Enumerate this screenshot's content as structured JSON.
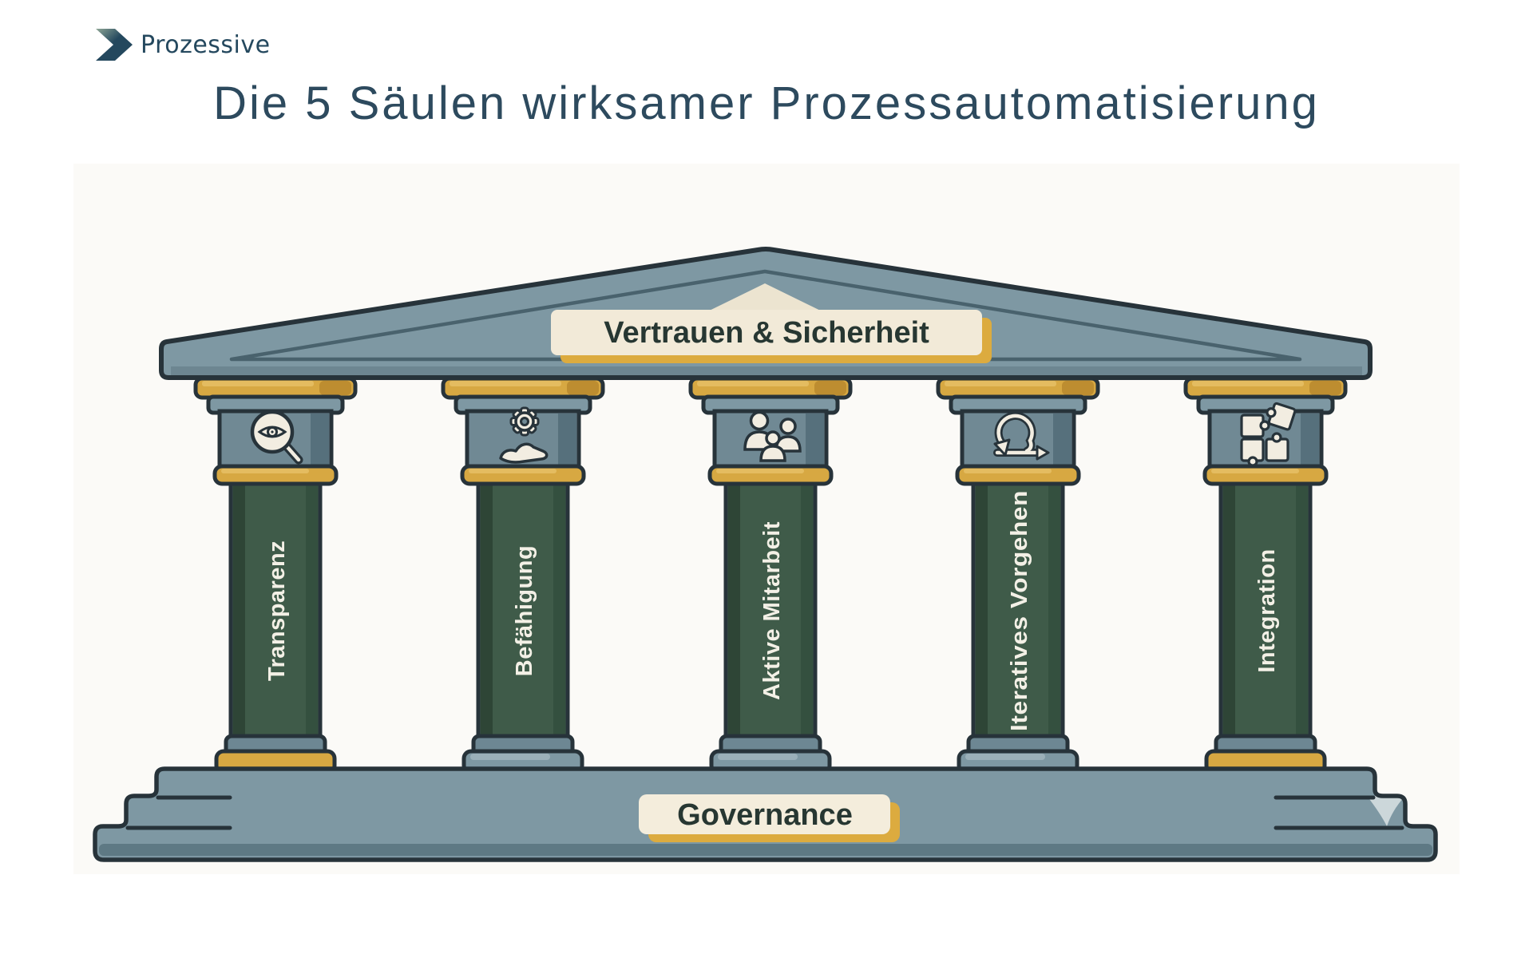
{
  "logo": {
    "brand": "Prozessive",
    "icon": "chevron-right-icon"
  },
  "title": "Die 5 Säulen wirksamer Prozessautomatisierung",
  "temple": {
    "pediment_label": "Vertrauen & Sicherheit",
    "base_label": "Governance",
    "pillars": [
      {
        "label": "Transparenz",
        "icon": "magnifier-eye-icon"
      },
      {
        "label": "Befähigung",
        "icon": "gear-hand-icon"
      },
      {
        "label": "Aktive Mitarbeit",
        "icon": "people-group-icon"
      },
      {
        "label": "Iteratives Vorgehen",
        "icon": "iteration-loop-icon"
      },
      {
        "label": "Integration",
        "icon": "puzzle-pieces-icon"
      }
    ]
  },
  "colors": {
    "title_text": "#2d4a5e",
    "logo_text": "#24485e",
    "stone_blue": "#7e98a3",
    "stone_blue_dark": "#5e7984",
    "capital_blue": "#708994",
    "pillar_green": "#3f5b49",
    "pillar_green_dark": "#2e4536",
    "gold": "#d7a842",
    "gold_dark": "#bd8d30",
    "banner_cream": "#f2ead8",
    "banner_text": "#273732",
    "icon_cream": "#f2ede1",
    "outline": "#27333a"
  }
}
